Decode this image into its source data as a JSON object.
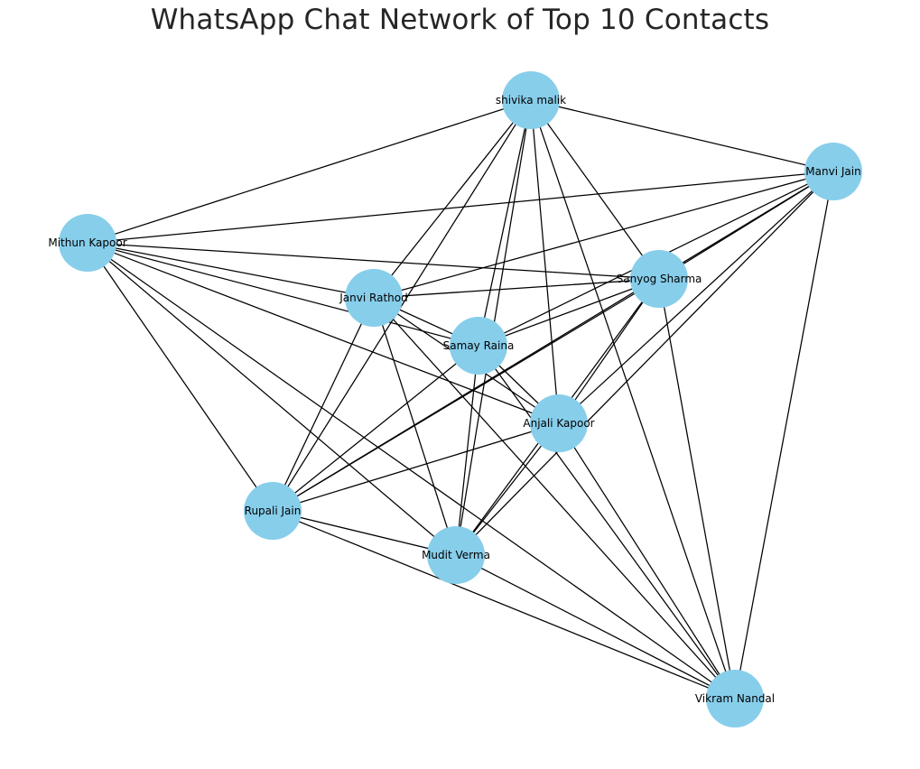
{
  "title": "WhatsApp Chat Network of Top 10 Contacts",
  "node_color": "#87ceeb",
  "edge_color": "#000000",
  "nodes": [
    {
      "id": "shivika",
      "label": "shivika malik"
    },
    {
      "id": "manvi",
      "label": "Manvi Jain"
    },
    {
      "id": "mithun",
      "label": "Mithun Kapoor"
    },
    {
      "id": "sanyog",
      "label": "Sanyog Sharma"
    },
    {
      "id": "janvi",
      "label": "Janvi Rathod"
    },
    {
      "id": "samay",
      "label": "Samay Raina"
    },
    {
      "id": "anjali",
      "label": "Anjali Kapoor"
    },
    {
      "id": "rupali",
      "label": "Rupali Jain"
    },
    {
      "id": "mudit",
      "label": "Mudit Verma"
    },
    {
      "id": "vikram",
      "label": "Vikram Nandal"
    }
  ],
  "edges": [
    [
      "shivika",
      "manvi"
    ],
    [
      "shivika",
      "mithun"
    ],
    [
      "shivika",
      "janvi"
    ],
    [
      "shivika",
      "samay"
    ],
    [
      "shivika",
      "sanyog"
    ],
    [
      "shivika",
      "anjali"
    ],
    [
      "shivika",
      "rupali"
    ],
    [
      "shivika",
      "mudit"
    ],
    [
      "shivika",
      "vikram"
    ],
    [
      "manvi",
      "mithun"
    ],
    [
      "manvi",
      "janvi"
    ],
    [
      "manvi",
      "samay"
    ],
    [
      "manvi",
      "sanyog"
    ],
    [
      "manvi",
      "anjali"
    ],
    [
      "manvi",
      "rupali"
    ],
    [
      "manvi",
      "mudit"
    ],
    [
      "manvi",
      "vikram"
    ],
    [
      "mithun",
      "janvi"
    ],
    [
      "mithun",
      "sanyog"
    ],
    [
      "mithun",
      "samay"
    ],
    [
      "mithun",
      "anjali"
    ],
    [
      "mithun",
      "rupali"
    ],
    [
      "mithun",
      "mudit"
    ],
    [
      "mithun",
      "vikram"
    ],
    [
      "janvi",
      "sanyog"
    ],
    [
      "janvi",
      "samay"
    ],
    [
      "janvi",
      "anjali"
    ],
    [
      "janvi",
      "rupali"
    ],
    [
      "janvi",
      "mudit"
    ],
    [
      "janvi",
      "vikram"
    ],
    [
      "sanyog",
      "samay"
    ],
    [
      "sanyog",
      "anjali"
    ],
    [
      "sanyog",
      "rupali"
    ],
    [
      "sanyog",
      "mudit"
    ],
    [
      "sanyog",
      "vikram"
    ],
    [
      "samay",
      "anjali"
    ],
    [
      "samay",
      "rupali"
    ],
    [
      "samay",
      "mudit"
    ],
    [
      "samay",
      "vikram"
    ],
    [
      "anjali",
      "rupali"
    ],
    [
      "anjali",
      "mudit"
    ],
    [
      "anjali",
      "vikram"
    ],
    [
      "rupali",
      "mudit"
    ],
    [
      "rupali",
      "vikram"
    ],
    [
      "mudit",
      "vikram"
    ]
  ]
}
